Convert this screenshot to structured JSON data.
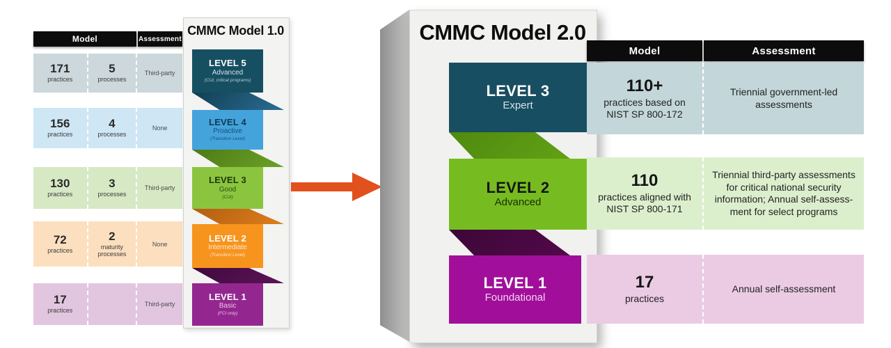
{
  "model1": {
    "title": "CMMC Model 1.0",
    "table": {
      "headers": {
        "model": "Model",
        "assessment": "Assessment"
      },
      "rows": [
        {
          "practices": "171",
          "practices_label": "practices",
          "processes": "5",
          "processes_label": "processes",
          "assessment": "Third-party"
        },
        {
          "practices": "156",
          "practices_label": "practices",
          "processes": "4",
          "processes_label": "processes",
          "assessment": "None"
        },
        {
          "practices": "130",
          "practices_label": "practices",
          "processes": "3",
          "processes_label": "processes",
          "assessment": "Third-party"
        },
        {
          "practices": "72",
          "practices_label": "practices",
          "processes": "2",
          "processes_label": "maturity\nprocesses",
          "assessment": "None"
        },
        {
          "practices": "17",
          "practices_label": "practices",
          "processes": "",
          "processes_label": "",
          "assessment": "Third-party"
        }
      ]
    },
    "levels": [
      {
        "name": "LEVEL 5",
        "subtitle": "Advanced",
        "note": "(CUI, critical programs)"
      },
      {
        "name": "LEVEL 4",
        "subtitle": "Proactive",
        "note": "(Transition Level)"
      },
      {
        "name": "LEVEL 3",
        "subtitle": "Good",
        "note": "(CUI)"
      },
      {
        "name": "LEVEL 2",
        "subtitle": "Intermediate",
        "note": "(Transition Level)"
      },
      {
        "name": "LEVEL 1",
        "subtitle": "Basic",
        "note": "(FCI only)"
      }
    ]
  },
  "model2": {
    "title": "CMMC Model 2.0",
    "levels": [
      {
        "name": "LEVEL 3",
        "subtitle": "Expert"
      },
      {
        "name": "LEVEL 2",
        "subtitle": "Advanced"
      },
      {
        "name": "LEVEL 1",
        "subtitle": "Foundational"
      }
    ],
    "table": {
      "headers": {
        "model": "Model",
        "assessment": "Assessment"
      },
      "rows": [
        {
          "count": "110+",
          "model_desc": "practices based on\nNIST SP 800-172",
          "assessment": "Triennial government-led\nassessments"
        },
        {
          "count": "110",
          "model_desc": "practices aligned with\nNIST SP 800-171",
          "assessment": "Triennial third-party assessments\nfor critical national security\ninformation; Annual self-assess-\nment for select programs"
        },
        {
          "count": "17",
          "model_desc": "practices",
          "assessment": "Annual self-assessment"
        }
      ]
    }
  },
  "colors": {
    "arrow_orange": "#e2501d",
    "header_black": "#0c0c0c",
    "m1_level5_teal": "#174f62",
    "m1_level4_blue": "#45a3dc",
    "m1_level3_green": "#8bc53f",
    "m1_level2_orange": "#f7941e",
    "m1_level1_magenta": "#93278f",
    "m2_level3_teal": "#184e61",
    "m2_level2_green": "#76bc20",
    "m2_level1_magenta": "#a10f9a"
  }
}
